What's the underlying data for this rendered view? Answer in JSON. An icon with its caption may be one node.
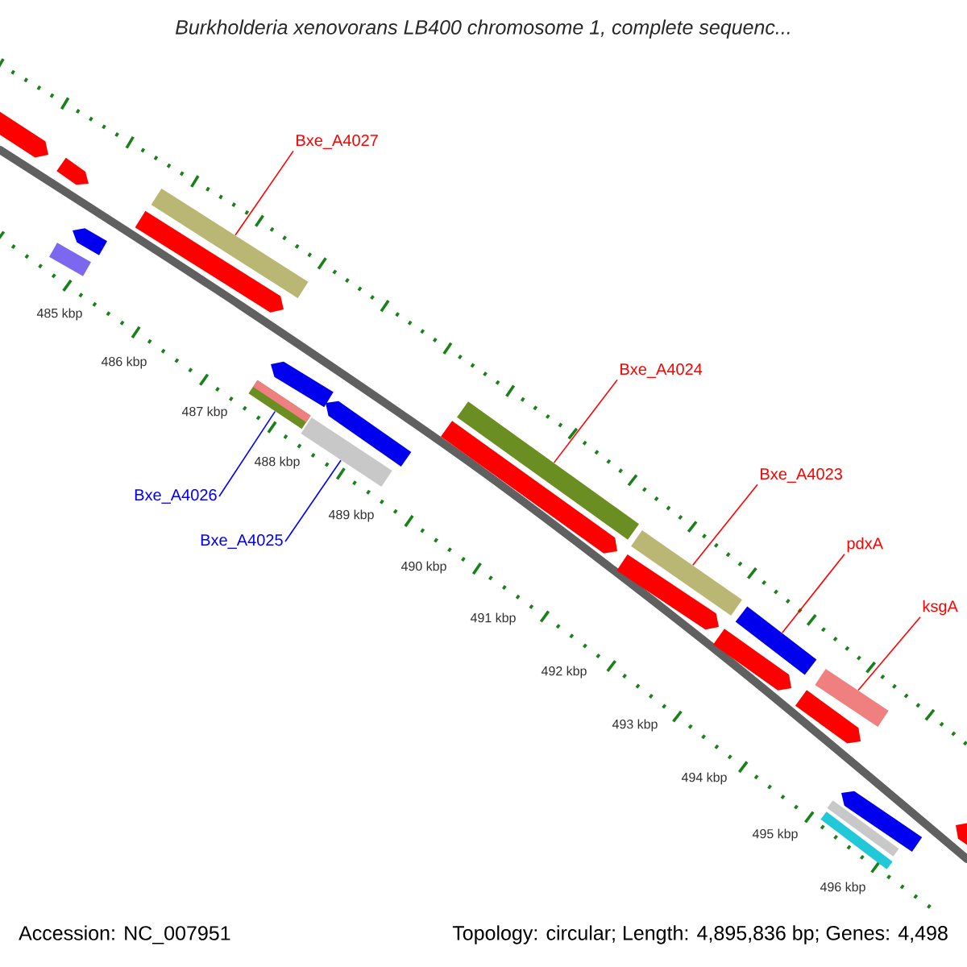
{
  "diagram": {
    "title": "*Burkholderia xenovorans* LB400 chromosome 1, complete sequenc...",
    "nodes": [
      {
        "text": [
          "Bxe_A4027"
        ]
      },
      {
        "text": [],
        "shape": "bar"
      },
      {
        "text": [
          "Bxe_A4026"
        ]
      },
      {
        "text": [],
        "shape": "bar"
      },
      {
        "text": [
          "Bxe_A4025"
        ]
      },
      {
        "text": [],
        "shape": "bar"
      },
      {
        "text": [
          "Bxe_A4024"
        ]
      },
      {
        "text": [],
        "shape": "bar"
      },
      {
        "text": [
          "Bxe_A4023"
        ]
      },
      {
        "text": [],
        "shape": "bar"
      },
      {
        "text": [
          "pdxA"
        ]
      },
      {
        "text": [],
        "shape": "bar"
      },
      {
        "text": [
          "ksgA"
        ]
      },
      {
        "text": [],
        "shape": "bar"
      },
      {
        "text": [],
        "shape": "arrow"
      },
      {
        "text": [],
        "shape": "bar"
      },
      {
        "text": [],
        "shape": "arrow"
      },
      {
        "text": [],
        "shape": "arrow"
      },
      {
        "text": [],
        "shape": "arrow"
      },
      {
        "text": [],
        "shape": "arrow"
      },
      {
        "text": [],
        "shape": "arrow"
      },
      {
        "text": [],
        "shape": "arrow"
      },
      {
        "text": [],
        "shape": "arrow"
      },
      {
        "text": [],
        "shape": "arrow"
      },
      {
        "text": [],
        "shape": "arrow"
      },
      {
        "text": [],
        "shape": "bar"
      },
      {
        "text": [],
        "shape": "bar"
      },
      {
        "text": [],
        "shape": "arrow"
      },
      {
        "text": [],
        "shape": "arrow"
      }
    ],
    "edges": [
      {
        "from": 0,
        "to": 1,
        "arrow": "none"
      },
      {
        "from": 2,
        "to": 3,
        "arrow": "none",
        "color": "#0000ff"
      },
      {
        "from": 4,
        "to": 5,
        "arrow": "none",
        "color": "#0000ff"
      },
      {
        "from": 6,
        "to": 7,
        "arrow": "none"
      },
      {
        "from": 8,
        "to": 9,
        "arrow": "none"
      },
      {
        "from": 10,
        "to": 11,
        "arrow": "none"
      },
      {
        "from": 12,
        "to": 13,
        "arrow": "none"
      }
    ],
    "labels": [
      "485 kbp",
      "486 kbp",
      "487 kbp",
      "488 kbp",
      "489 kbp",
      "490 kbp",
      "491 kbp",
      "492 kbp",
      "493 kbp",
      "494 kbp",
      "495 kbp",
      "496 kbp",
      "Accession: NC_007951",
      "Topology: circular; Length: 4,895,836 bp; Genes: 4,498"
    ]
  }
}
